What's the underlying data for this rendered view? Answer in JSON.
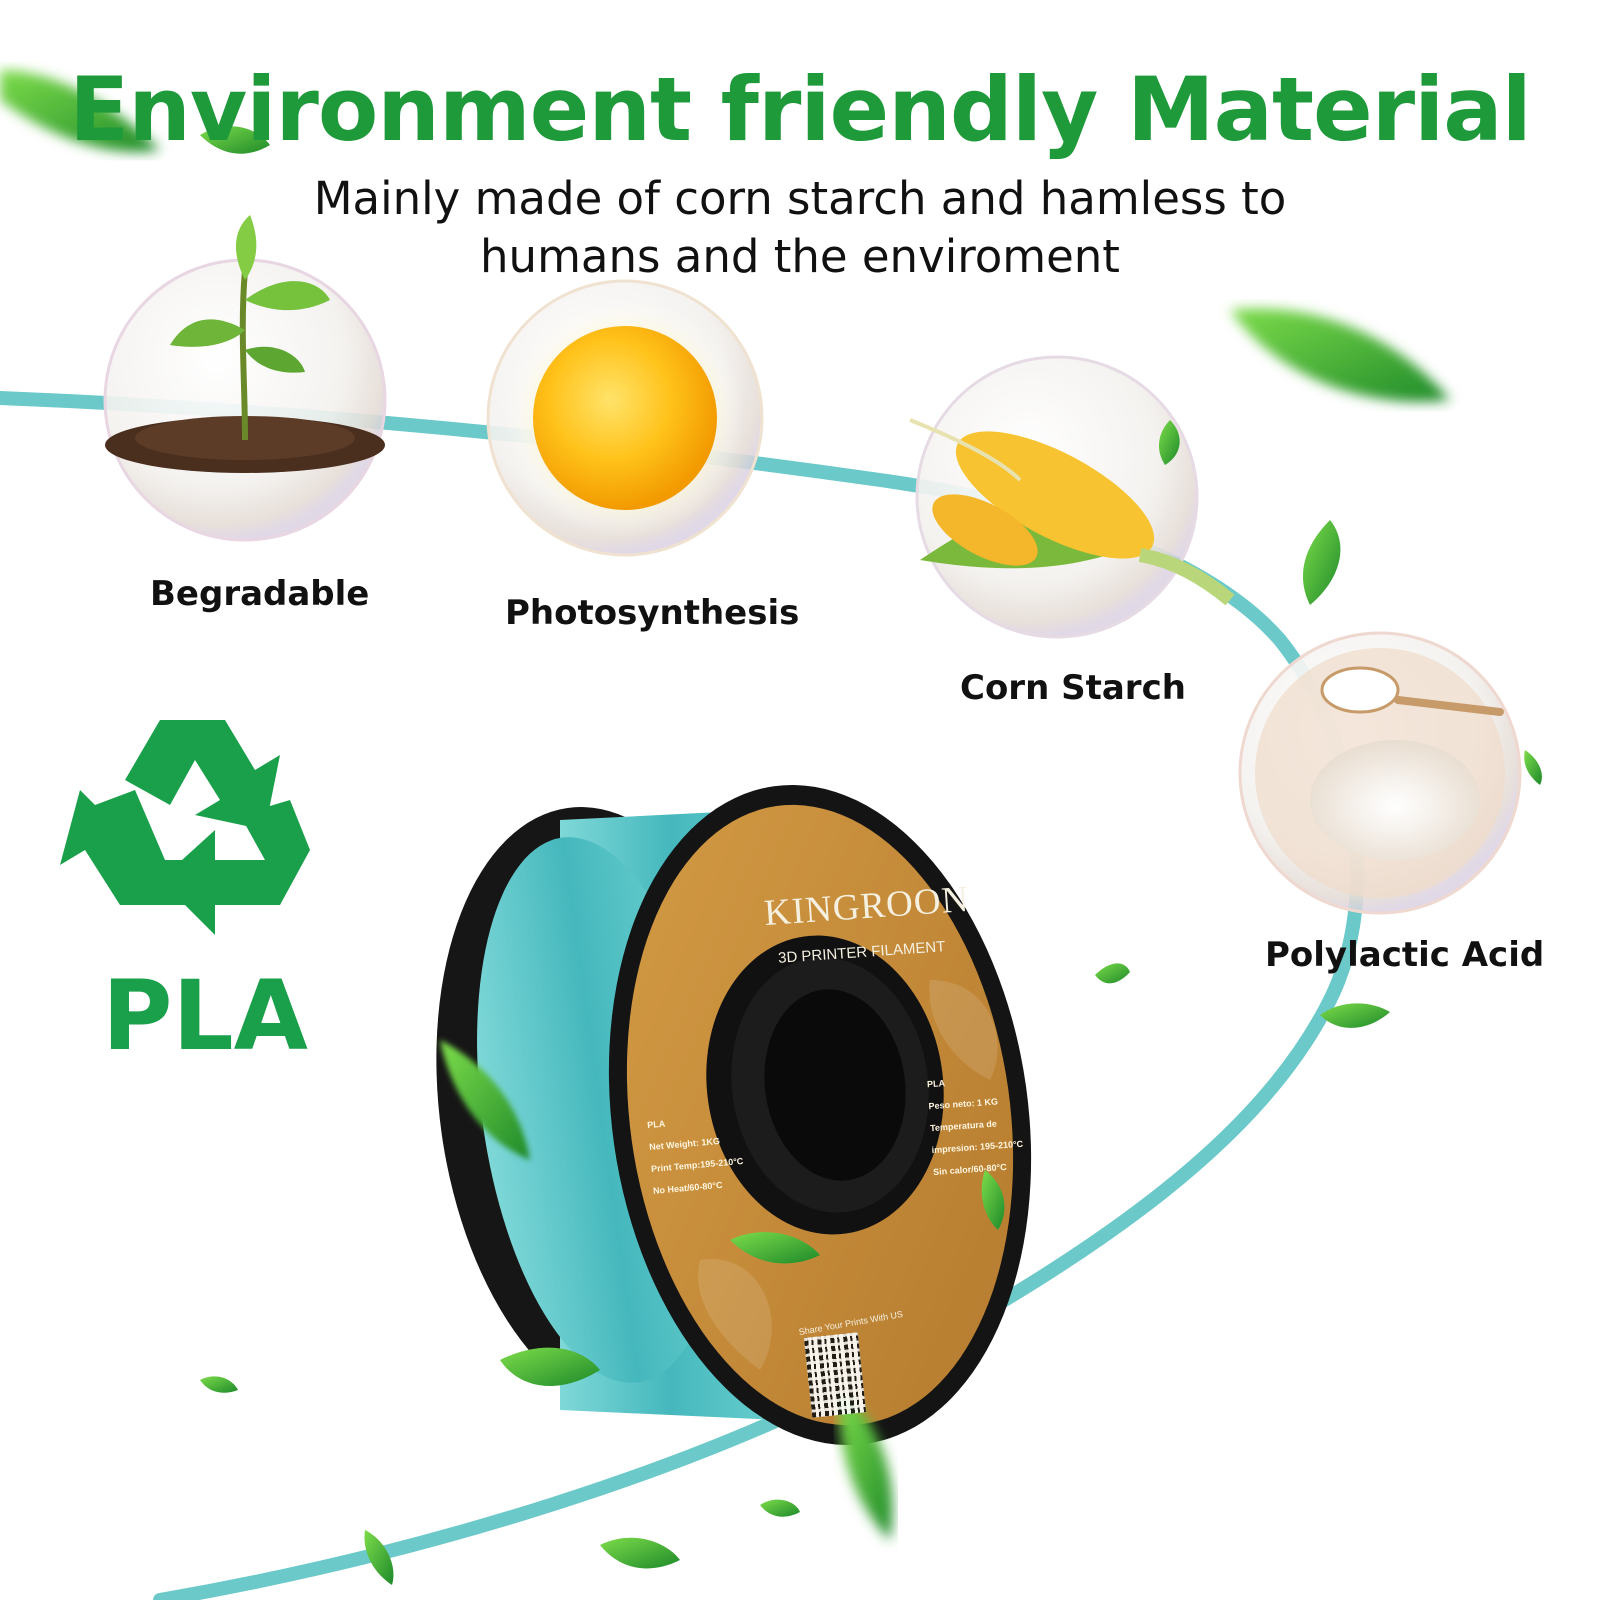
{
  "title": "Environment friendly Material",
  "subtitle_line1": "Mainly made of corn starch and hamless to",
  "subtitle_line2": "humans and the enviroment",
  "features": [
    {
      "label": "Begradable",
      "icon": "seedling-in-soil"
    },
    {
      "label": "Photosynthesis",
      "icon": "sun"
    },
    {
      "label": "Corn Starch",
      "icon": "corn-cob"
    },
    {
      "label": "Polylactic Acid",
      "icon": "pla-pellets"
    }
  ],
  "recycle_label": "PLA",
  "spool": {
    "brand": "KINGROON",
    "subtitle": "3D PRINTER FILAMENT",
    "left_specs": [
      "PLA",
      "Net Weight: 1KG",
      "Print Temp:195-210°C",
      "No Heat/60-80°C"
    ],
    "right_specs": [
      "PLA",
      "Peso neto: 1 KG",
      "Temperatura de",
      "impresion: 195-210°C",
      "Sin calor/60-80°C"
    ],
    "share": "Share Your Prints With US"
  },
  "colors": {
    "title_green": "#1f9a3a",
    "recycle_green": "#1aa04a",
    "filament_teal": "#5ec6c6",
    "label_gold": "#c48a3a",
    "spool_black": "#151515"
  }
}
